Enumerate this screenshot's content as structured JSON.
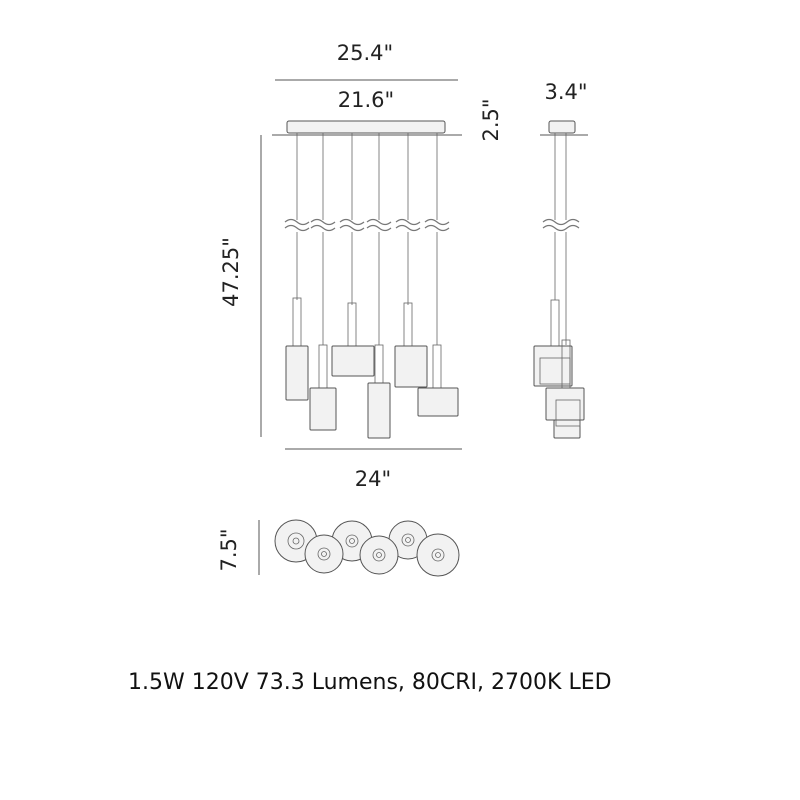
{
  "dimensions": {
    "overall_width": "25.4\"",
    "canopy_width": "21.6\"",
    "canopy_height": "2.5\"",
    "canopy_depth": "3.4\"",
    "overall_height": "47.25\"",
    "pendant_spread": "24\"",
    "footprint_depth": "7.5\""
  },
  "spec_text": "1.5W 120V 73.3 Lumens, 80CRI, 2700K LED"
}
